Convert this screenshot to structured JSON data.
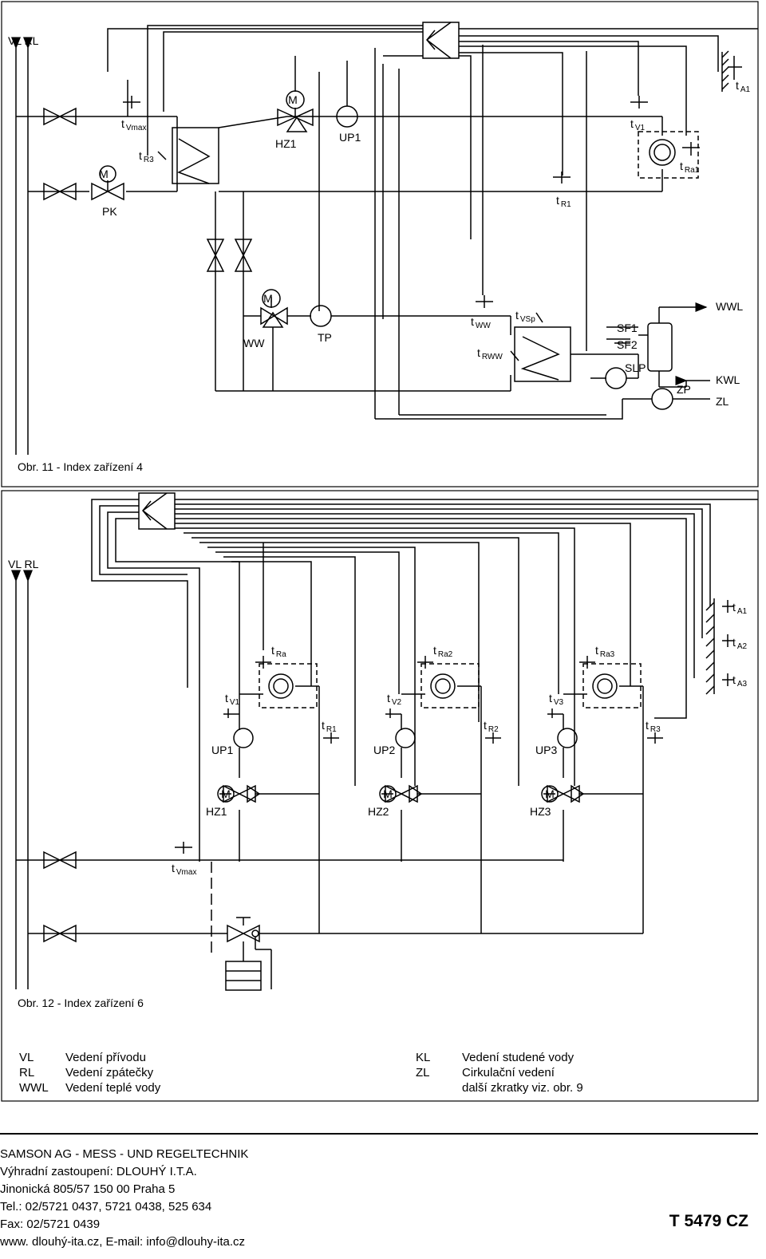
{
  "figure11": {
    "caption": "Obr. 11 - Index zařízení 4",
    "labels": {
      "vl_rl": "VL RL",
      "ta1": "t",
      "ta1_sub": "A1",
      "tvmax": "t",
      "tvmax_sub": "Vmax",
      "tr3": "t",
      "tr3_sub": "R3",
      "hz1": "HZ1",
      "up1": "UP1",
      "tv1": "t",
      "tv1_sub": "V1",
      "tra1": "t",
      "tra1_sub": "Ra1",
      "tr1": "t",
      "tr1_sub": "R1",
      "pk": "PK",
      "ww": "WW",
      "tp": "TP",
      "tww": "t",
      "tww_sub": "WW",
      "tvsp": "t",
      "tvsp_sub": "VSp",
      "trww": "t",
      "trww_sub": "RWW",
      "sf1": "SF1",
      "sf2": "SF2",
      "slp": "SLP",
      "wwl": "WWL",
      "kwl": "KWL",
      "zp": "ZP",
      "zl": "ZL",
      "motor": "M"
    }
  },
  "figure12": {
    "caption": "Obr. 12 - Index zařízení 6",
    "labels": {
      "vl_rl": "VL RL",
      "ta1": "t",
      "ta1_sub": "A1",
      "ta2": "t",
      "ta2_sub": "A2",
      "ta3": "t",
      "ta3_sub": "A3",
      "tra": "t",
      "tra_sub": "Ra",
      "tra2": "t",
      "tra2_sub": "Ra2",
      "tra3": "t",
      "tra3_sub": "Ra3",
      "tv1": "t",
      "tv1_sub": "V1",
      "tv2": "t",
      "tv2_sub": "V2",
      "tv3": "t",
      "tv3_sub": "V3",
      "tr1": "t",
      "tr1_sub": "R1",
      "tr2": "t",
      "tr2_sub": "R2",
      "tr3": "t",
      "tr3_sub": "R3",
      "up1": "UP1",
      "up2": "UP2",
      "up3": "UP3",
      "hz1": "HZ1",
      "hz2": "HZ2",
      "hz3": "HZ3",
      "tvmax": "t",
      "tvmax_sub": "Vmax",
      "motor": "M"
    }
  },
  "legend": {
    "left": [
      {
        "abbr": "VL",
        "text": "Vedení přívodu"
      },
      {
        "abbr": "RL",
        "text": "Vedení zpátečky"
      },
      {
        "abbr": "WWL",
        "text": "Vedení teplé vody"
      }
    ],
    "right": [
      {
        "abbr": "KL",
        "text": "Vedení studené vody"
      },
      {
        "abbr": "ZL",
        "text": "Cirkulační vedení"
      },
      {
        "abbr": "",
        "text": "další zkratky viz. obr. 9"
      }
    ]
  },
  "footer": {
    "company": "SAMSON AG - MESS - UND REGELTECHNIK",
    "line1": "Výhradní zastoupení: DLOUHÝ I.T.A.",
    "line2": "Jinonická 805/57 150 00 Praha 5",
    "line3": "Tel.: 02/5721 0437, 5721 0438, 525 634",
    "line4": "Fax: 02/5721 0439",
    "line5": "www. dlouhý-ita.cz, E-mail: info@dlouhy-ita.cz",
    "docnum": "T 5479 CZ"
  }
}
